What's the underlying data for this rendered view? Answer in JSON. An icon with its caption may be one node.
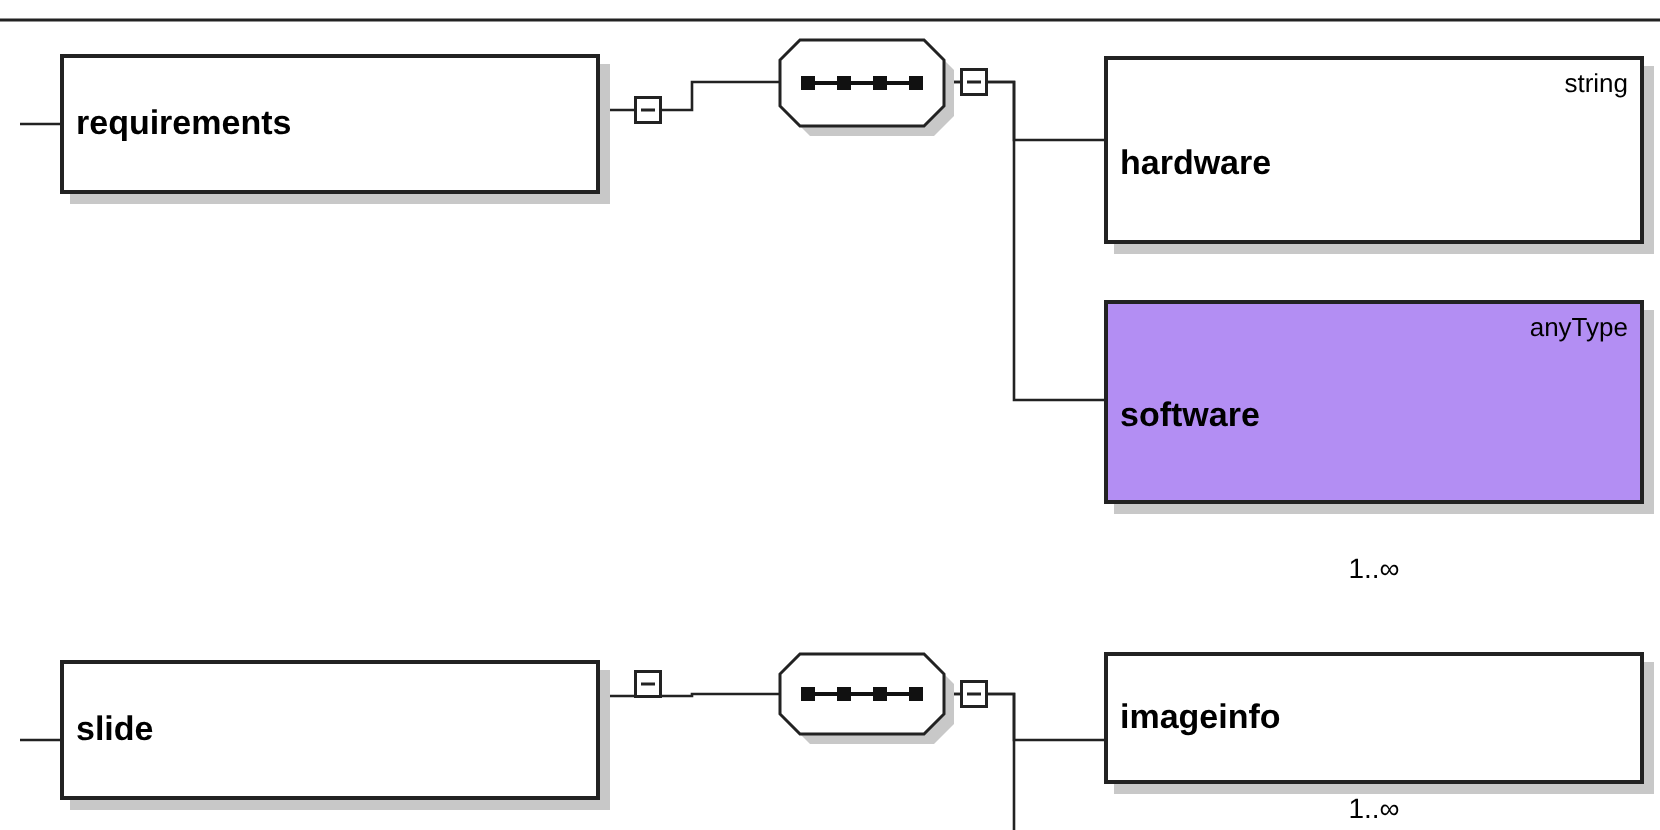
{
  "diagram": {
    "nodes": [
      {
        "text": [
          "requirements"
        ]
      },
      {
        "text": [],
        "shape": "octagon"
      },
      {
        "text": [
          "string",
          "hardware"
        ]
      },
      {
        "text": [
          "anyType",
          "software"
        ],
        "beside": [
          "1..∞"
        ]
      },
      {
        "text": [
          "slide"
        ]
      },
      {
        "text": [],
        "shape": "octagon"
      },
      {
        "text": [
          "imageinfo"
        ],
        "beside": [
          "1..∞"
        ]
      }
    ],
    "edges": [
      {
        "from": null,
        "to": 0,
        "arrow": "none"
      },
      {
        "from": 0,
        "to": 1,
        "arrow": "none"
      },
      {
        "from": 1,
        "to": 2,
        "arrow": "none"
      },
      {
        "from": 1,
        "to": 3,
        "arrow": "none"
      },
      {
        "from": null,
        "to": 4,
        "arrow": "none"
      },
      {
        "from": 4,
        "to": 5,
        "arrow": "none"
      },
      {
        "from": 5,
        "to": 6,
        "arrow": "none"
      },
      {
        "from": 5,
        "to": null,
        "arrow": "none"
      }
    ]
  }
}
